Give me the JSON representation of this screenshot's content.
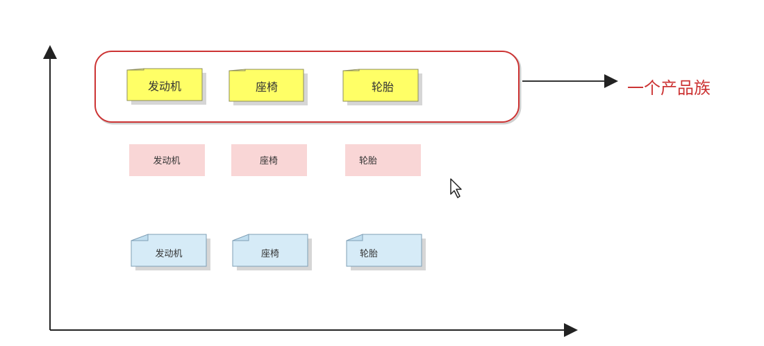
{
  "family_label": "一个产品族",
  "rows": [
    {
      "style": "yellow-note",
      "items": [
        "发动机",
        "座椅",
        "轮胎"
      ]
    },
    {
      "style": "pink-box",
      "items": [
        "发动机",
        "座椅",
        "轮胎"
      ]
    },
    {
      "style": "blue-note",
      "items": [
        "发动机",
        "座椅",
        "轮胎"
      ]
    }
  ],
  "colors": {
    "family_box_border": "#cc3333",
    "family_label": "#cc3333",
    "yellow_note": "#ffff66",
    "pink_box": "#f9d6d6",
    "blue_note": "#d6ebf7"
  }
}
